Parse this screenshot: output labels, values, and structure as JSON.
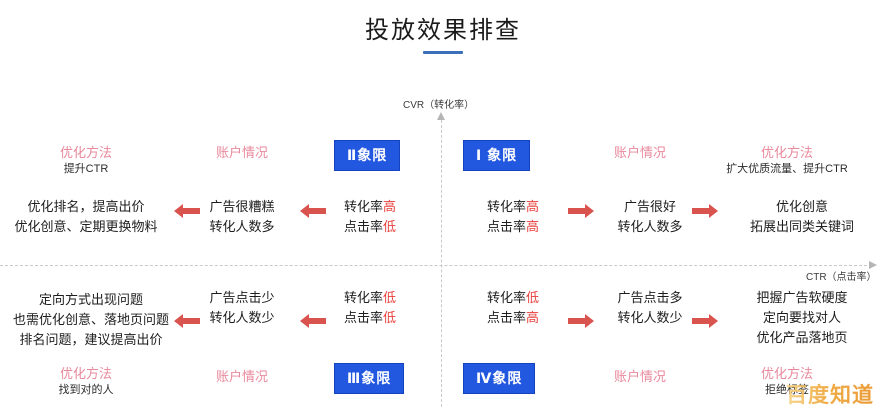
{
  "page": {
    "title": "投放效果排查",
    "watermark": "百度知道"
  },
  "axes": {
    "vertical_label": "CVR（转化率）",
    "horizontal_label": "CTR（点击率）"
  },
  "quadrants": {
    "q1": {
      "badge": "Ⅰ 象限",
      "metrics_line1_prefix": "转化率",
      "metrics_line1_value": "高",
      "metrics_line2_prefix": "点击率",
      "metrics_line2_value": "高",
      "account_header": "账户情况",
      "account_line1": "广告很好",
      "account_line2": "转化人数多",
      "method_header": "优化方法",
      "method_sub": "扩大优质流量、提升CTR",
      "method_line1": "优化创意",
      "method_line2": "拓展出同类关键词"
    },
    "q2": {
      "badge": "Ⅱ象限",
      "metrics_line1_prefix": "转化率",
      "metrics_line1_value": "高",
      "metrics_line2_prefix": "点击率",
      "metrics_line2_value": "低",
      "account_header": "账户情况",
      "account_line1": "广告很糟糕",
      "account_line2": "转化人数多",
      "method_header": "优化方法",
      "method_sub": "提升CTR",
      "method_line1": "优化排名，提高出价",
      "method_line2": "优化创意、定期更换物料"
    },
    "q3": {
      "badge": "Ⅲ象限",
      "metrics_line1_prefix": "转化率",
      "metrics_line1_value": "低",
      "metrics_line2_prefix": "点击率",
      "metrics_line2_value": "低",
      "account_header": "账户情况",
      "account_line1": "广告点击少",
      "account_line2": "转化人数少",
      "method_header": "优化方法",
      "method_sub": "找到对的人",
      "method_line1": "定向方式出现问题",
      "method_line2": "也需优化创意、落地页问题",
      "method_line3": "排名问题，建议提高出价"
    },
    "q4": {
      "badge": "Ⅳ象限",
      "metrics_line1_prefix": "转化率",
      "metrics_line1_value": "低",
      "metrics_line2_prefix": "点击率",
      "metrics_line2_value": "高",
      "account_header": "账户情况",
      "account_line1": "广告点击多",
      "account_line2": "转化人数少",
      "method_header": "优化方法",
      "method_sub": "拒绝标签",
      "method_line1": "把握广告软硬度",
      "method_line2": "定向要找对人",
      "method_line3": "优化产品落地页"
    }
  },
  "colors": {
    "badge_bg": "#2257e0",
    "caption_pink": "#e8899c",
    "highlight_red": "#e8413c",
    "arrow_red": "#d9534f",
    "title_rule": "#3b6fba",
    "axis_gray": "#c9c9c9"
  }
}
